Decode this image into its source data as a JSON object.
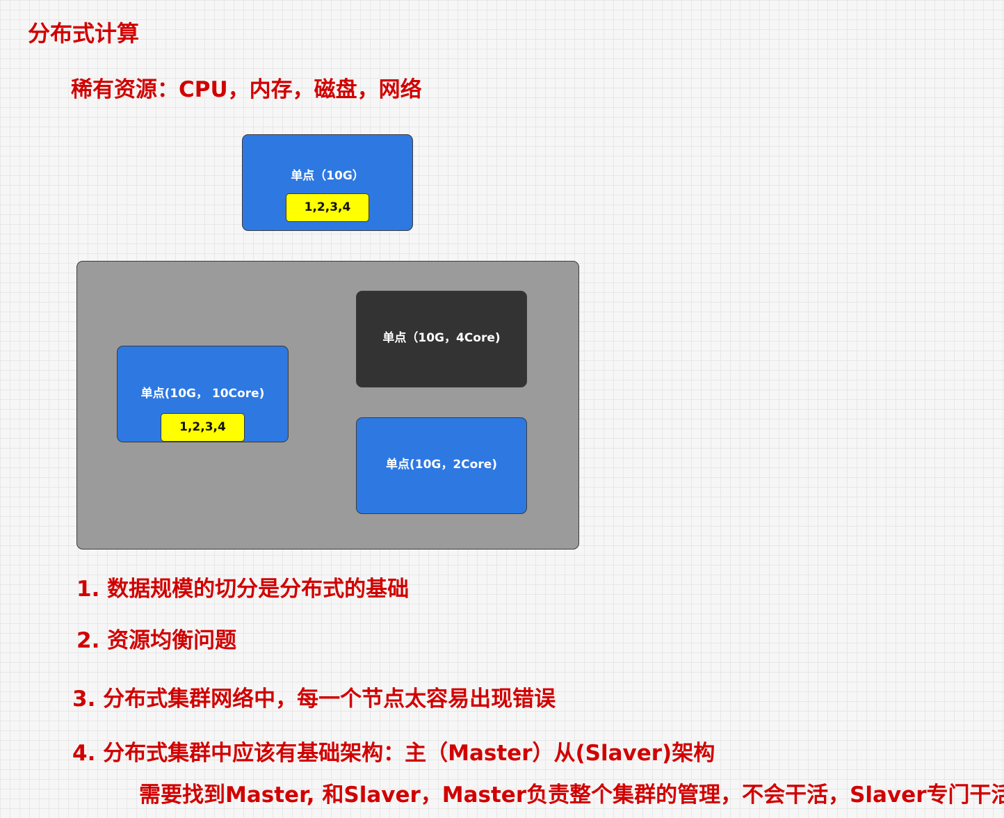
{
  "title": "分布式计算",
  "scarce_resources": "稀有资源：CPU，内存，磁盘，网络",
  "diagram": {
    "single_node": {
      "label": "单点（10G）",
      "tag": "1,2,3,4"
    },
    "cluster": {
      "node_10core": {
        "label": "单点(10G， 10Core)",
        "tag": "1,2,3,4"
      },
      "node_4core": {
        "label": "单点（10G，4Core)"
      },
      "node_2core": {
        "label": "单点(10G，2Core)"
      }
    },
    "colors": {
      "node_blue": "#2e78e2",
      "node_dark": "#333333",
      "cluster_gray": "#9b9b9b",
      "tag_yellow": "#ffff00",
      "text_red": "#d10000"
    }
  },
  "points": [
    "1. 数据规模的切分是分布式的基础",
    "2. 资源均衡问题",
    "3. 分布式集群网络中，每一个节点太容易出现错误",
    "4. 分布式集群中应该有基础架构：主（Master）从(Slaver)架构"
  ],
  "point4_detail": "需要找到Master, 和Slaver，Master负责整个集群的管理，不会干活，Slaver专门干活"
}
